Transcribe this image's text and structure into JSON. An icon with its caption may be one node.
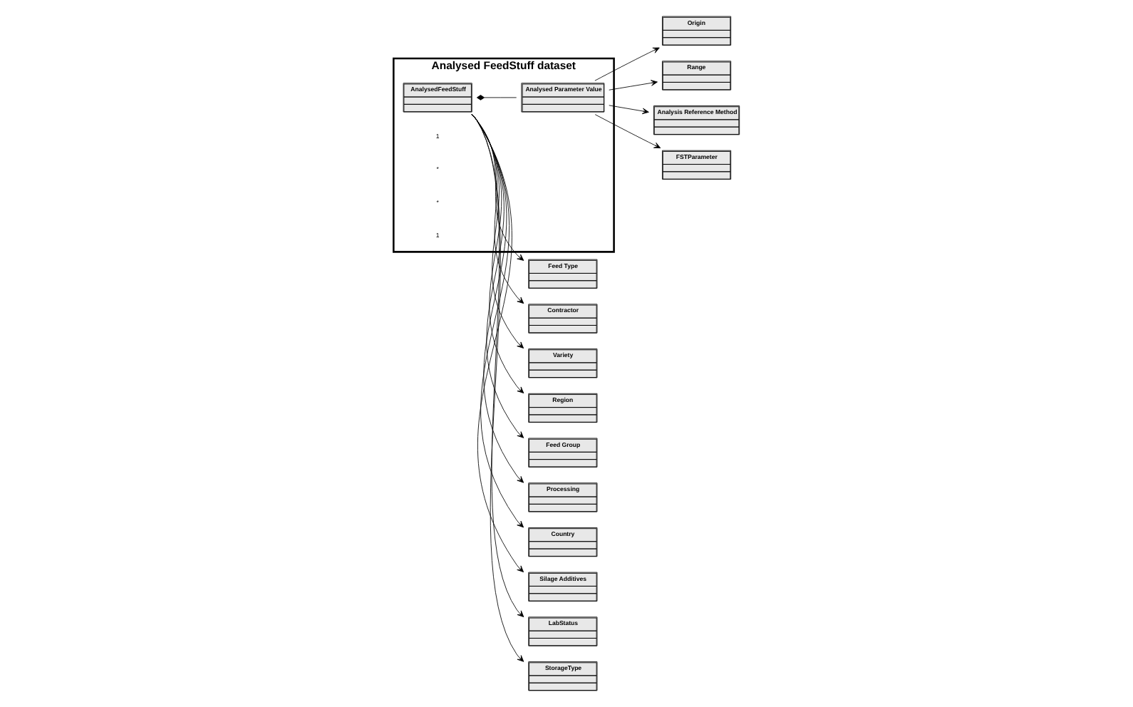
{
  "diagram": {
    "nodes": [
      {
        "text": [
          "Feed Type"
        ]
      },
      {
        "text": [
          "Contractor"
        ]
      },
      {
        "text": [
          "Variety"
        ]
      },
      {
        "text": [
          "Region"
        ]
      },
      {
        "text": [
          "Feed Group"
        ]
      },
      {
        "text": [
          "Processing"
        ]
      },
      {
        "text": [
          "Country"
        ]
      },
      {
        "text": [
          "Silage Additives"
        ]
      },
      {
        "text": [
          "Analysed FeedStuff dataset"
        ]
      },
      {
        "text": [
          "AnalysedFeedStuff"
        ],
        "in": 8
      },
      {
        "text": [
          "Analysed Parameter Value"
        ],
        "in": 8
      },
      {
        "text": [
          "Origin"
        ]
      },
      {
        "text": [
          "Range"
        ]
      },
      {
        "text": [
          "Analysis Reference Method"
        ]
      },
      {
        "text": [
          "LabStatus"
        ]
      },
      {
        "text": [
          "StorageType"
        ]
      },
      {
        "text": [
          "FSTParameter"
        ]
      }
    ],
    "edges": [
      {
        "from": 9,
        "to": 0,
        "arrow": "to"
      },
      {
        "from": 9,
        "to": 1,
        "arrow": "to"
      },
      {
        "from": 9,
        "to": 2,
        "arrow": "to"
      },
      {
        "from": 9,
        "to": 3,
        "arrow": "to"
      },
      {
        "from": 9,
        "to": 4,
        "arrow": "to"
      },
      {
        "from": 9,
        "to": 5,
        "arrow": "to"
      },
      {
        "from": 9,
        "to": 6,
        "arrow": "to"
      },
      {
        "from": 9,
        "to": 7,
        "arrow": "to"
      },
      {
        "from": 9,
        "to": 10,
        "arrow": "other"
      },
      {
        "from": 10,
        "to": 11,
        "arrow": "to"
      },
      {
        "from": 10,
        "to": 12,
        "arrow": "to"
      },
      {
        "from": 10,
        "to": 13,
        "arrow": "to"
      },
      {
        "from": 9,
        "to": 14,
        "arrow": "to"
      },
      {
        "from": 9,
        "to": 15,
        "arrow": "to"
      },
      {
        "from": 10,
        "to": 16,
        "arrow": "to"
      }
    ],
    "labels": [
      "1",
      "*",
      "*",
      "1"
    ]
  }
}
